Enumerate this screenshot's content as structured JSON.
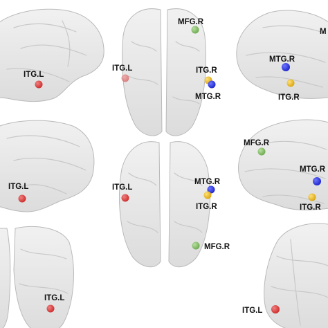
{
  "colors": {
    "background": "#ffffff",
    "brain_fill": "#e6e6e6",
    "brain_edge": "#b9b9b9",
    "label_text": "#111111",
    "ITG.L": "#cc2a2a",
    "ITG.R": "#d9a40b",
    "MTG.R": "#1b24c8",
    "MFG.R": "#6aa84f"
  },
  "views": [
    {
      "id": "row1-left-lateral",
      "nodes": [
        {
          "region": "ITG.L",
          "label": "ITG.L"
        }
      ]
    },
    {
      "id": "row1-top",
      "nodes": [
        {
          "region": "MFG.R",
          "label": "MFG.R"
        },
        {
          "region": "ITG.L",
          "label": "ITG.L"
        },
        {
          "region": "ITG.R",
          "label": "ITG.R"
        },
        {
          "region": "MTG.R",
          "label": "MTG.R"
        }
      ]
    },
    {
      "id": "row1-right-lateral",
      "nodes": [
        {
          "region": "MFG.R",
          "label": "M"
        },
        {
          "region": "MTG.R",
          "label": "MTG.R"
        },
        {
          "region": "ITG.R",
          "label": "ITG.R"
        }
      ]
    },
    {
      "id": "row2-left-medial",
      "nodes": [
        {
          "region": "ITG.L",
          "label": "ITG.L"
        }
      ]
    },
    {
      "id": "row2-bottom",
      "nodes": [
        {
          "region": "ITG.L",
          "label": "ITG.L"
        },
        {
          "region": "MTG.R",
          "label": "MTG.R"
        },
        {
          "region": "ITG.R",
          "label": "ITG.R"
        },
        {
          "region": "MFG.R",
          "label": "MFG.R"
        }
      ]
    },
    {
      "id": "row2-right-medial",
      "nodes": [
        {
          "region": "MFG.R",
          "label": "MFG.R"
        },
        {
          "region": "MTG.R",
          "label": "MTG.R"
        },
        {
          "region": "ITG.R",
          "label": "ITG.R"
        }
      ]
    },
    {
      "id": "row3-front",
      "nodes": [
        {
          "region": "ITG.L",
          "label": "ITG.L"
        }
      ]
    },
    {
      "id": "row3-back",
      "nodes": [
        {
          "region": "ITG.L",
          "label": "ITG.L"
        }
      ]
    }
  ]
}
